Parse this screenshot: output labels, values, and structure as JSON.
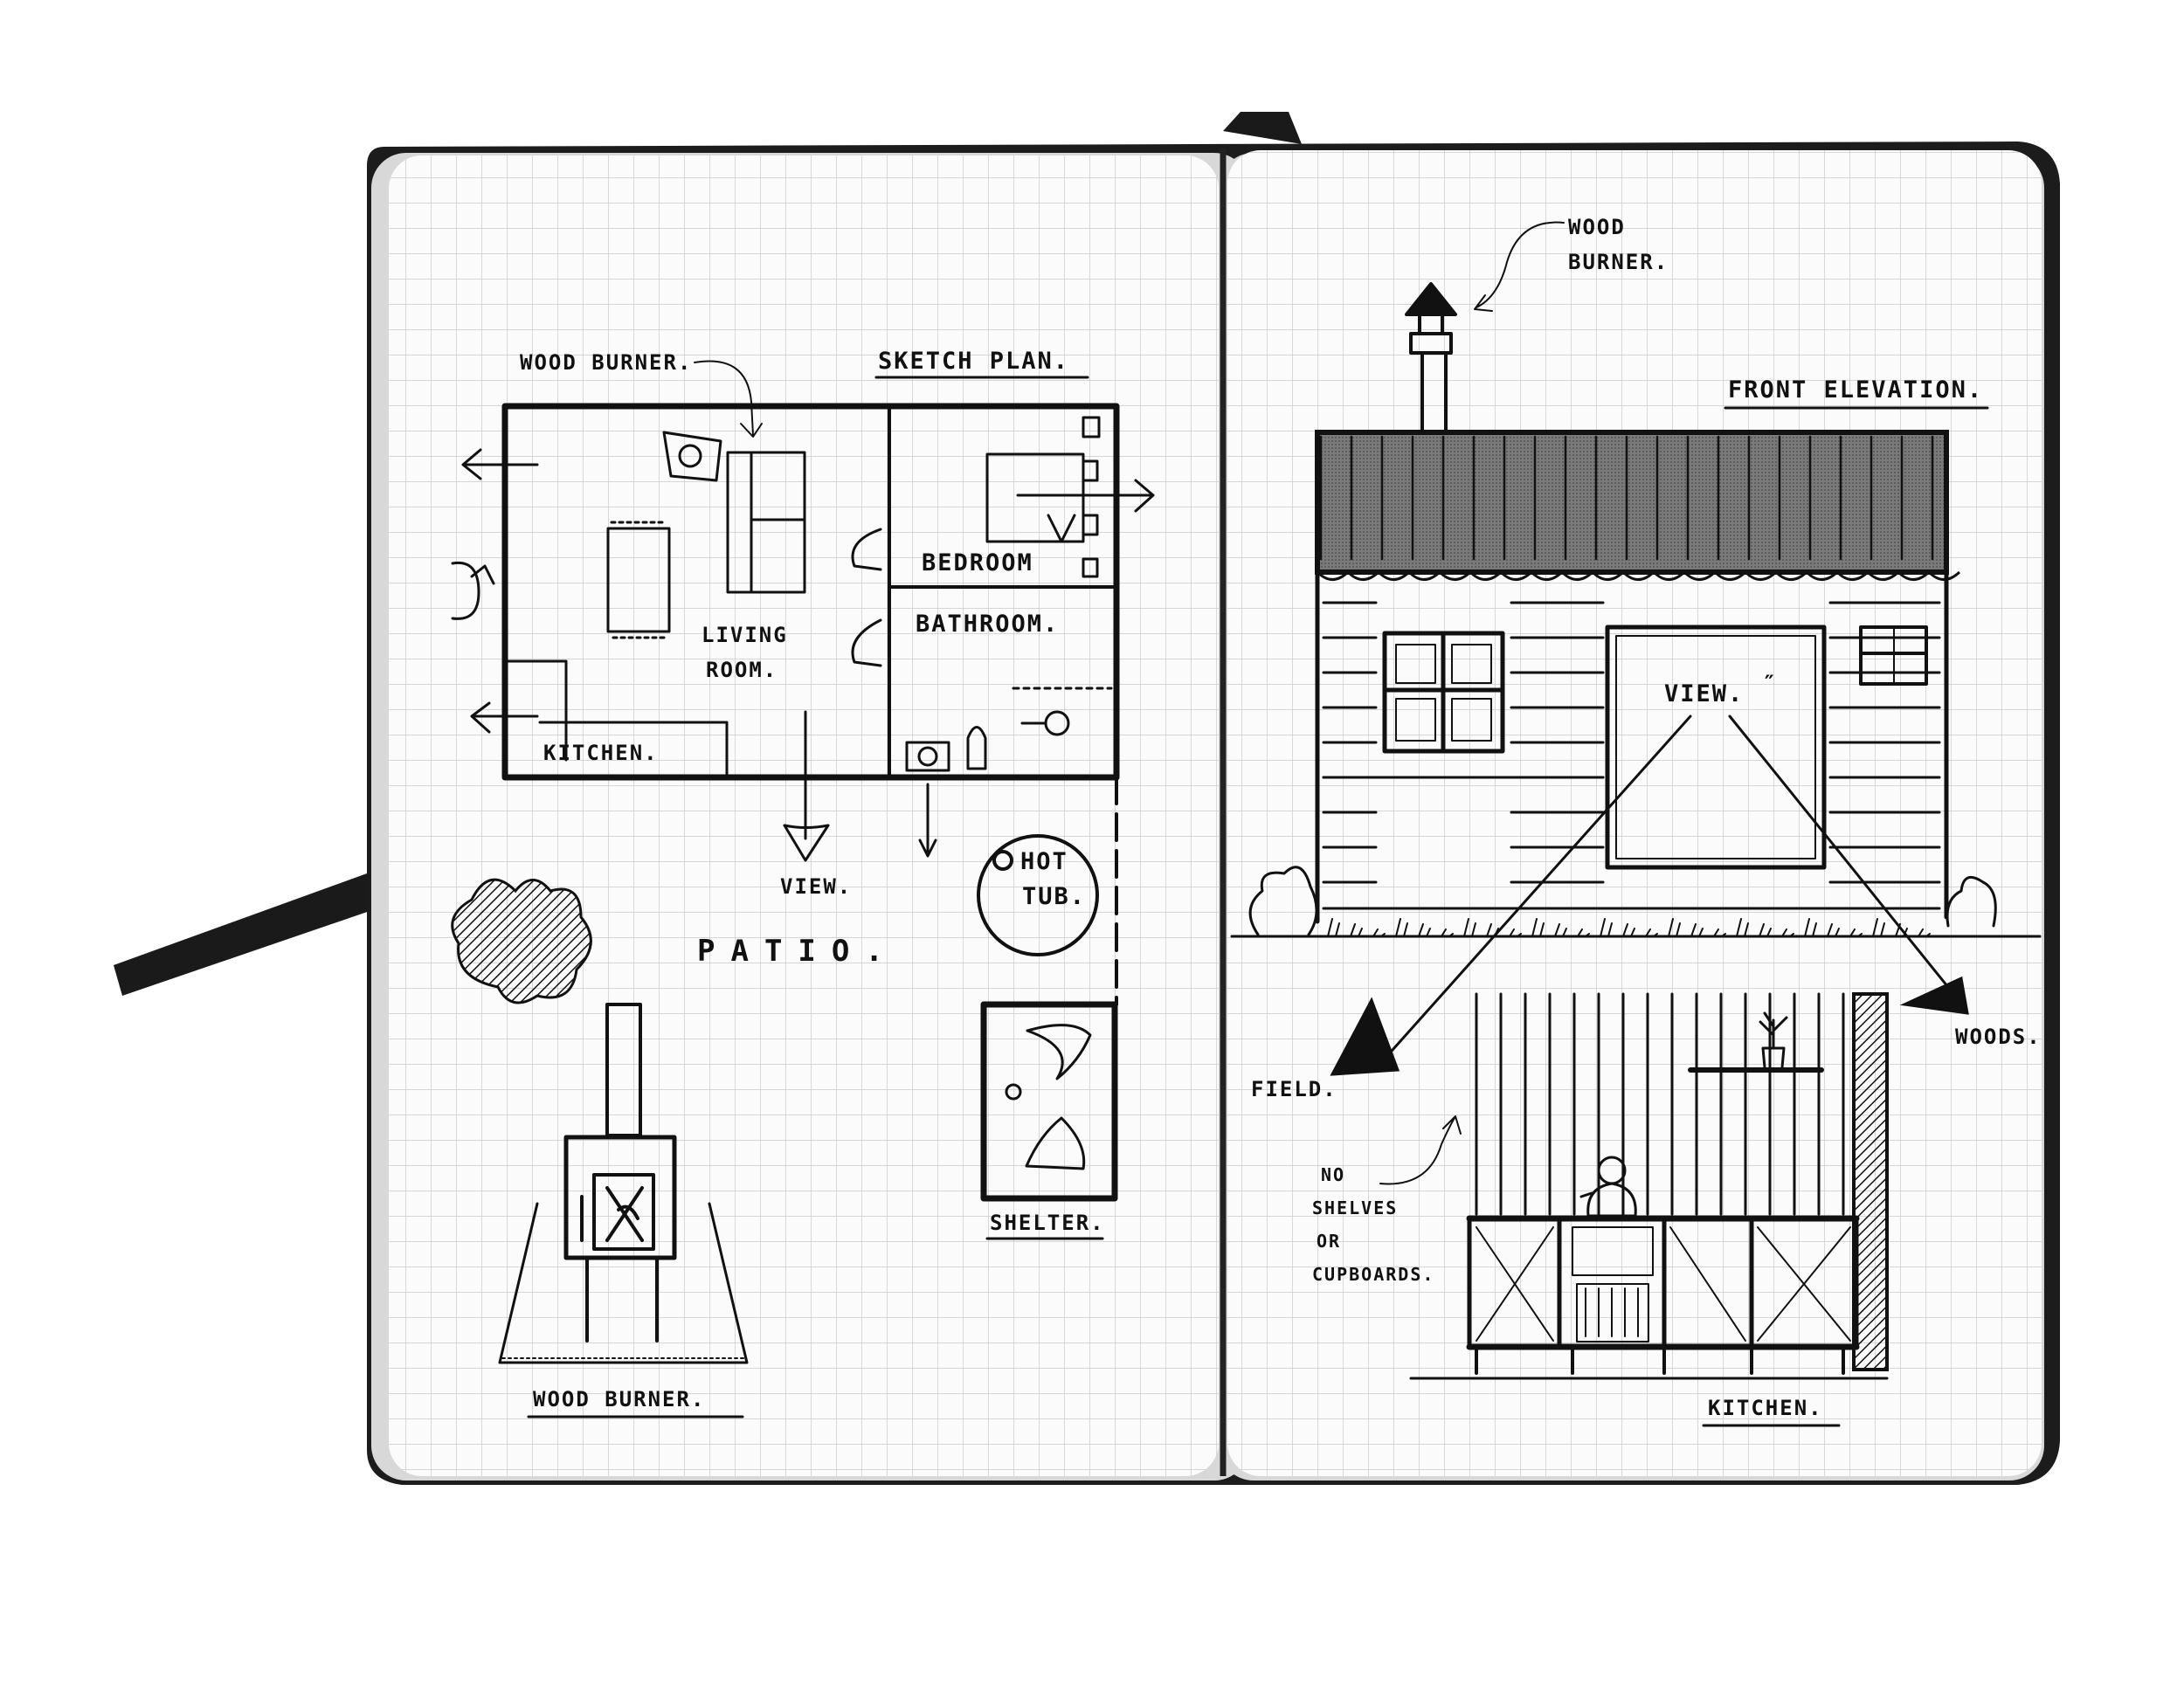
{
  "left_page": {
    "title": "SKETCH PLAN.",
    "wood_burner_note": "WOOD BURNER.",
    "rooms": {
      "living": "LIVING",
      "living2": "ROOM.",
      "kitchen": "KITCHEN.",
      "bedroom": "BEDROOM",
      "bathroom": "BATHROOM."
    },
    "view": "VIEW.",
    "hot": "HOT",
    "tub": "TUB.",
    "patio": "PATIO.",
    "shelter": "SHELTER.",
    "wood_burner_caption": "WOOD BURNER."
  },
  "right_page": {
    "wood": "WOOD",
    "burner": "BURNER.",
    "title": "FRONT ELEVATION.",
    "view": "VIEW.",
    "field": "FIELD.",
    "woods": "WOODS.",
    "no": "NO",
    "shelves": "SHELVES",
    "or": "OR",
    "cupboards": "CUPBOARDS.",
    "kitchen": "KITCHEN."
  },
  "colors": {
    "ink": "#111111",
    "grid": "#c9c9c9",
    "paper": "#fbfbfb",
    "cover": "#1a1a1a"
  }
}
